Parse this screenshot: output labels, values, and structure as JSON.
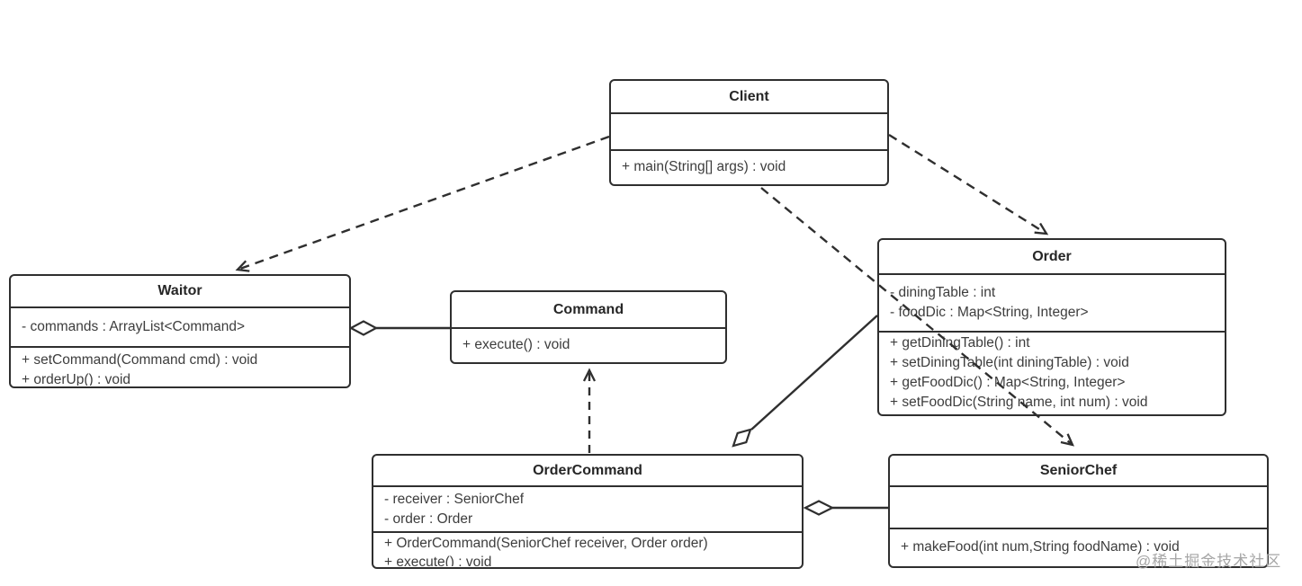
{
  "diagram": {
    "kind": "uml-class-diagram",
    "topic": "Command design pattern - restaurant ordering example",
    "line_color": "#2f2f2f",
    "background_color": "#ffffff",
    "watermark": "@稀土掘金技术社区"
  },
  "classes": [
    {
      "id": "client",
      "name": "Client",
      "attributes": [],
      "methods": [
        "+ main(String[] args) : void"
      ]
    },
    {
      "id": "waitor",
      "name": "Waitor",
      "attributes": [
        "- commands :  ArrayList<Command>"
      ],
      "methods": [
        "+ setCommand(Command cmd) : void",
        "+ orderUp() : void"
      ]
    },
    {
      "id": "command",
      "name": "Command",
      "attributes": [],
      "methods": [
        "+ execute() : void"
      ]
    },
    {
      "id": "order",
      "name": "Order",
      "attributes": [
        "- diningTable : int",
        "- foodDic :   Map<String, Integer>"
      ],
      "methods": [
        "+ getDiningTable() : int",
        "+ setDiningTable(int diningTable) : void",
        "+ getFoodDic() : Map<String, Integer>",
        "+ setFoodDic(String name, int num) : void"
      ]
    },
    {
      "id": "order-command",
      "name": "OrderCommand",
      "attributes": [
        "- receiver : SeniorChef",
        "- order : Order"
      ],
      "methods": [
        "+ OrderCommand(SeniorChef receiver, Order order)",
        "+ execute() : void"
      ]
    },
    {
      "id": "senior-chef",
      "name": "SeniorChef",
      "attributes": [],
      "methods": [
        "+ makeFood(int num,String foodName) : void"
      ]
    }
  ],
  "relationships": [
    {
      "from": "Client",
      "to": "Waitor",
      "type": "dependency",
      "style": "dashed-open-arrow"
    },
    {
      "from": "Client",
      "to": "Order",
      "type": "dependency",
      "style": "dashed-open-arrow"
    },
    {
      "from": "Client",
      "to": "SeniorChef",
      "type": "dependency",
      "style": "dashed-open-arrow-through-Order"
    },
    {
      "from": "Waitor",
      "to": "Command",
      "type": "aggregation",
      "style": "solid-open-diamond-at-Waitor"
    },
    {
      "from": "OrderCommand",
      "to": "Command",
      "type": "realization",
      "style": "dashed-open-arrow"
    },
    {
      "from": "OrderCommand",
      "to": "Order",
      "type": "aggregation",
      "style": "solid-open-diamond-at-OrderCommand"
    },
    {
      "from": "OrderCommand",
      "to": "SeniorChef",
      "type": "aggregation",
      "style": "solid-open-diamond-at-OrderCommand"
    }
  ]
}
